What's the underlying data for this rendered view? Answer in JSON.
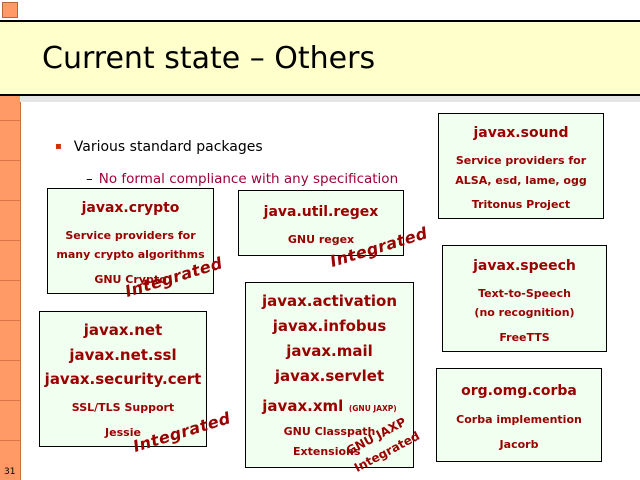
{
  "slide": {
    "title": "Current state – Others",
    "page_number": "31"
  },
  "bullets": {
    "level1": "Various standard packages",
    "level2": "No formal compliance with any specification"
  },
  "boxes": {
    "crypto": {
      "title": "javax.crypto",
      "line1": "Service providers for",
      "line2": "many crypto algorithms",
      "line3": "GNU Crypto"
    },
    "regex": {
      "title": "java.util.regex",
      "line1": "GNU regex"
    },
    "sound": {
      "title": "javax.sound",
      "line1": "Service providers for",
      "line2": "ALSA, esd, lame, ogg",
      "line3": "Tritonus Project"
    },
    "speech": {
      "title": "javax.speech",
      "line1": "Text-to-Speech",
      "line2": "(no recognition)",
      "line3": "FreeTTS"
    },
    "net": {
      "title1": "javax.net",
      "title2": "javax.net.ssl",
      "title3": "javax.security.cert",
      "line1": "SSL/TLS Support",
      "line2": "Jessie"
    },
    "activation": {
      "title1": "javax.activation",
      "title2": "javax.infobus",
      "title3": "javax.mail",
      "title4": "javax.servlet",
      "title5": "javax.xml",
      "title5_note": "(GNU JAXP)",
      "line1": "GNU Classpath",
      "line2": "Extensions"
    },
    "corba": {
      "title": "org.omg.corba",
      "line1": "Corba implemention",
      "line2": "Jacorb"
    }
  },
  "stamps": {
    "crypto": "Integrated",
    "regex": "Integrated",
    "net": "Integrated",
    "jaxp_line1": "GNU JAXP",
    "jaxp_line2": "Integrated"
  },
  "colors": {
    "accent_strip": "#ff9966",
    "header_bg": "#ffffcc",
    "box_bg": "#f0fff0",
    "box_text": "#990000",
    "bullet_red": "#a0003a"
  }
}
